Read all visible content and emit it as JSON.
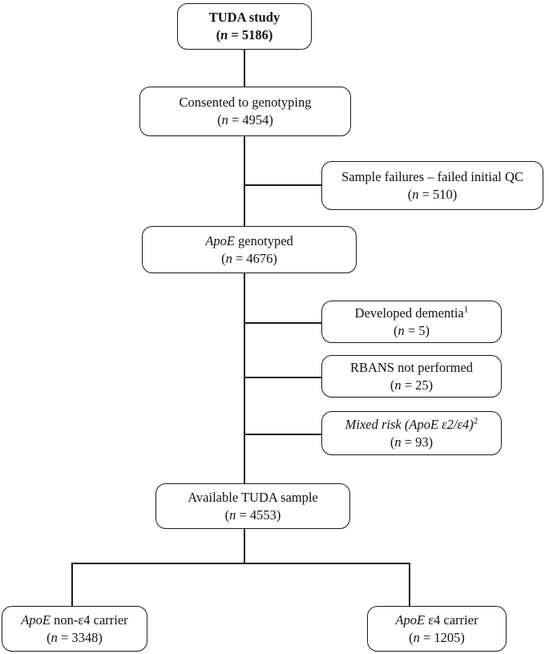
{
  "diagram": {
    "title": "TUDA study participant flow diagram",
    "line_color": "#1a1a1a",
    "background": "#ffffff"
  },
  "nodes": {
    "tuda_study": {
      "line1": "TUDA study",
      "line2": "(n = 5186)"
    },
    "consented": {
      "line1": "Consented to genotyping",
      "line2": "(n = 4954)"
    },
    "sample_failures": {
      "line1": "Sample failures – failed initial QC",
      "line2": "(n = 510)"
    },
    "apoe_genotyped": {
      "line1_italic": "ApoE",
      "line1_rest": " genotyped",
      "line2": "(n = 4676)"
    },
    "developed_dementia": {
      "line1": "Developed dementia",
      "line1_sup": "1",
      "line2": "(n = 5)"
    },
    "rbans_not_performed": {
      "line1": "RBANS not performed",
      "line2": "(n = 25)"
    },
    "mixed_risk": {
      "line1_italic": "Mixed risk (ApoE ε2/ε4)",
      "line1_sup": "2",
      "line2": "(n = 93)"
    },
    "available_sample": {
      "line1": "Available TUDA sample",
      "line2": "(n = 4553)"
    },
    "non_e4_carrier": {
      "line1_italic": "ApoE",
      "line1_rest": " non-ε4 carrier",
      "line2": "(n = 3348)"
    },
    "e4_carrier": {
      "line1_italic": "ApoE",
      "line1_rest": " ε4 carrier",
      "line2": "(n = 1205)"
    }
  },
  "chart_data": {
    "type": "flow-diagram",
    "title": "TUDA study participant flow",
    "nodes": [
      {
        "id": "tuda_study",
        "label": "TUDA study",
        "n": 5186,
        "level": 0,
        "kind": "main"
      },
      {
        "id": "consented",
        "label": "Consented to genotyping",
        "n": 4954,
        "level": 1,
        "kind": "main"
      },
      {
        "id": "sample_failures",
        "label": "Sample failures – failed initial QC",
        "n": 510,
        "level": 1,
        "kind": "exclusion"
      },
      {
        "id": "apoe_genotyped",
        "label": "ApoE genotyped",
        "n": 4676,
        "level": 2,
        "kind": "main"
      },
      {
        "id": "developed_dementia",
        "label": "Developed dementia (1)",
        "n": 5,
        "level": 2,
        "kind": "exclusion"
      },
      {
        "id": "rbans_not_performed",
        "label": "RBANS not performed",
        "n": 25,
        "level": 2,
        "kind": "exclusion"
      },
      {
        "id": "mixed_risk",
        "label": "Mixed risk (ApoE ε2/ε4) (2)",
        "n": 93,
        "level": 2,
        "kind": "exclusion"
      },
      {
        "id": "available_sample",
        "label": "Available TUDA sample",
        "n": 4553,
        "level": 3,
        "kind": "main"
      },
      {
        "id": "non_e4_carrier",
        "label": "ApoE non-ε4 carrier",
        "n": 3348,
        "level": 4,
        "kind": "main"
      },
      {
        "id": "e4_carrier",
        "label": "ApoE ε4 carrier",
        "n": 1205,
        "level": 4,
        "kind": "main"
      }
    ],
    "edges": [
      {
        "from": "tuda_study",
        "to": "consented"
      },
      {
        "from": "consented",
        "to": "sample_failures"
      },
      {
        "from": "consented",
        "to": "apoe_genotyped"
      },
      {
        "from": "apoe_genotyped",
        "to": "developed_dementia"
      },
      {
        "from": "apoe_genotyped",
        "to": "rbans_not_performed"
      },
      {
        "from": "apoe_genotyped",
        "to": "mixed_risk"
      },
      {
        "from": "apoe_genotyped",
        "to": "available_sample"
      },
      {
        "from": "available_sample",
        "to": "non_e4_carrier"
      },
      {
        "from": "available_sample",
        "to": "e4_carrier"
      }
    ]
  }
}
